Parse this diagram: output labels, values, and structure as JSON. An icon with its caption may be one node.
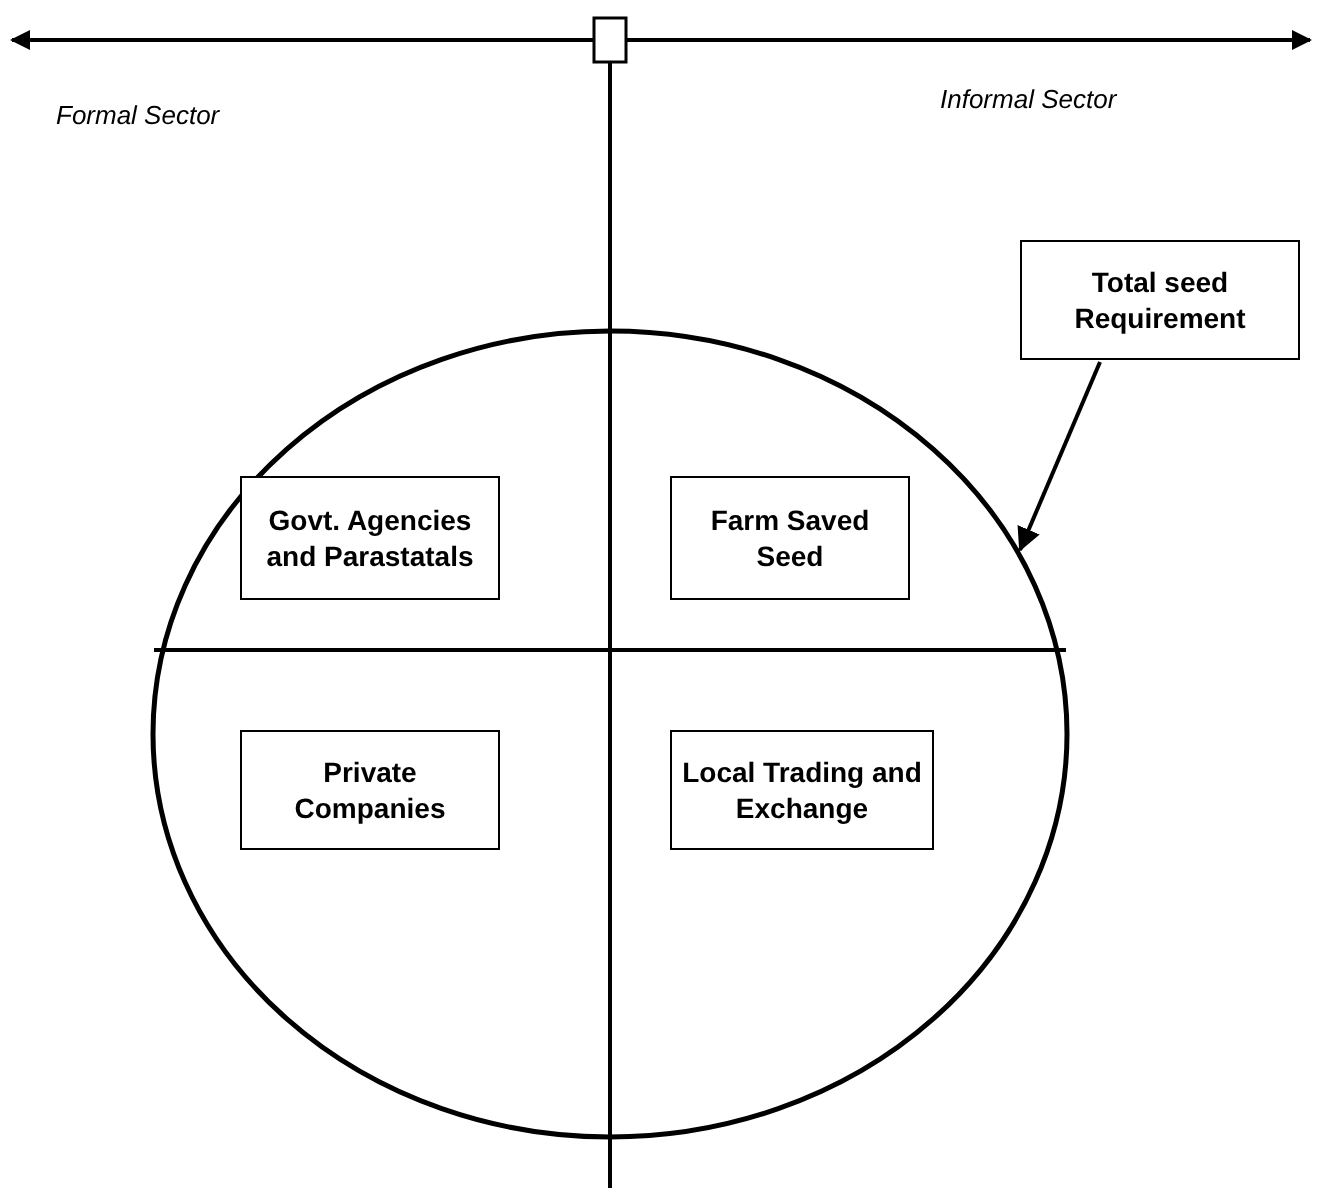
{
  "diagram": {
    "nodes": [
      {
        "text": [],
        "shape": "circle"
      },
      {
        "text": [
          "Govt. Agencies and Parastatals"
        ],
        "in": 0
      },
      {
        "text": [
          "Farm Saved Seed"
        ],
        "in": 0
      },
      {
        "text": [
          "Private Companies"
        ],
        "in": 0
      },
      {
        "text": [
          "Local Trading and Exchange"
        ],
        "in": 0
      },
      {
        "text": [
          "Total seed Requirement"
        ]
      }
    ],
    "edges": [
      {
        "from": 5,
        "to": 0,
        "arrow": "to"
      }
    ],
    "labels": [
      "Formal Sector",
      "Informal Sector"
    ]
  }
}
